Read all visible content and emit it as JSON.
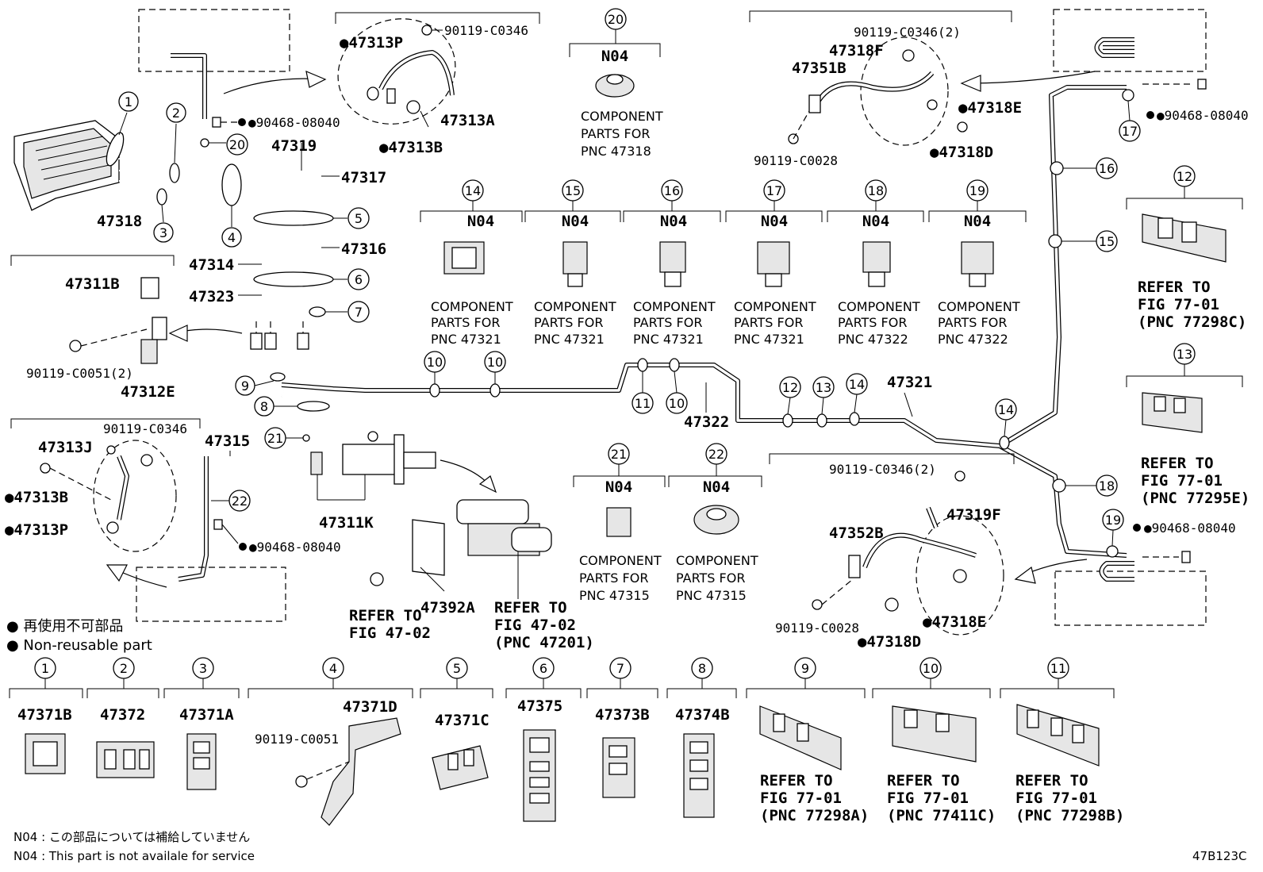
{
  "diagram_code": "47B123C",
  "legend": {
    "non_reusable_jp": "● 再使用不可部品",
    "non_reusable_en": "● Non-reusable part"
  },
  "notes": {
    "n04_jp": "N04 : この部品については補給していません",
    "n04_en": "N04 : This part is not availale for service"
  },
  "parts": {
    "p47313P_top": "●47313P",
    "p90119C0346_top": "90119-C0346",
    "p47313A": "47313A",
    "p47313B_top": "●47313B",
    "p90468_left": "●90468-08040",
    "p47319": "47319",
    "p47317": "47317",
    "p47318": "47318",
    "p47316": "47316",
    "p47314": "47314",
    "p47323": "47323",
    "p47311B": "47311B",
    "p90119C0051_2": "90119-C0051(2)",
    "p47312E": "47312E",
    "p90119C0346_left": "90119-C0346",
    "p47315": "47315",
    "p47313J": "47313J",
    "p47313B_left": "●47313B",
    "p47313P_left": "●47313P",
    "p90468_bottom": "●90468-08040",
    "p47311K": "47311K",
    "p47392A": "47392A",
    "p47322": "47322",
    "p47321": "47321",
    "p90119C0346_2_top": "90119-C0346(2)",
    "p47318F": "47318F",
    "p47351B": "47351B",
    "p47318E_top": "●47318E",
    "p90119C0028_top": "90119-C0028",
    "p47318D_top": "●47318D",
    "p90468_right": "●90468-08040",
    "p90119C0346_2_bot": "90119-C0346(2)",
    "p47319F": "47319F",
    "p47352B": "47352B",
    "p90119C0028_bot": "90119-C0028",
    "p47318E_bot": "●47318E",
    "p47318D_bot": "●47318D"
  },
  "refers": {
    "fig4702_a_1": "REFER TO",
    "fig4702_a_2": "FIG 47-02",
    "fig4702_b_1": "REFER TO",
    "fig4702_b_2": "FIG 47-02",
    "fig4702_b_3": "(PNC 47201)",
    "ref12_1": "REFER TO",
    "ref12_2": "FIG 77-01",
    "ref12_3": "(PNC 77298C)",
    "ref13_1": "REFER TO",
    "ref13_2": "FIG 77-01",
    "ref13_3": "(PNC 77295E)"
  },
  "callouts": {
    "c1": "1",
    "c2": "2",
    "c3": "3",
    "c4": "4",
    "c5": "5",
    "c6": "6",
    "c7": "7",
    "c8": "8",
    "c9": "9",
    "c10a": "10",
    "c10b": "10",
    "c10c": "10",
    "c11": "11",
    "c12": "12",
    "c13": "13",
    "c14a": "14",
    "c14b": "14",
    "c15": "15",
    "c16": "16",
    "c17": "17",
    "c18": "18",
    "c19": "19",
    "c20": "20",
    "c21": "21",
    "c22": "22"
  },
  "n04_groups": [
    {
      "num": "20",
      "code": "N04",
      "l1": "COMPONENT",
      "l2": "PARTS FOR",
      "l3": "PNC 47318"
    },
    {
      "num": "14",
      "code": "N04",
      "l1": "COMPONENT",
      "l2": "PARTS FOR",
      "l3": "PNC 47321"
    },
    {
      "num": "15",
      "code": "N04",
      "l1": "COMPONENT",
      "l2": "PARTS FOR",
      "l3": "PNC 47321"
    },
    {
      "num": "16",
      "code": "N04",
      "l1": "COMPONENT",
      "l2": "PARTS FOR",
      "l3": "PNC 47321"
    },
    {
      "num": "17",
      "code": "N04",
      "l1": "COMPONENT",
      "l2": "PARTS FOR",
      "l3": "PNC 47321"
    },
    {
      "num": "18",
      "code": "N04",
      "l1": "COMPONENT",
      "l2": "PARTS FOR",
      "l3": "PNC 47322"
    },
    {
      "num": "19",
      "code": "N04",
      "l1": "COMPONENT",
      "l2": "PARTS FOR",
      "l3": "PNC 47322"
    },
    {
      "num": "21",
      "code": "N04",
      "l1": "COMPONENT",
      "l2": "PARTS FOR",
      "l3": "PNC 47315"
    },
    {
      "num": "22",
      "code": "N04",
      "l1": "COMPONENT",
      "l2": "PARTS FOR",
      "l3": "PNC 47315"
    }
  ],
  "bottom_row": [
    {
      "num": "1",
      "pn": "47371B"
    },
    {
      "num": "2",
      "pn": "47372"
    },
    {
      "num": "3",
      "pn": "47371A"
    },
    {
      "num": "4",
      "pn": "47371D",
      "extra": "90119-C0051"
    },
    {
      "num": "5",
      "pn": "47371C"
    },
    {
      "num": "6",
      "pn": "47375"
    },
    {
      "num": "7",
      "pn": "47373B"
    },
    {
      "num": "8",
      "pn": "47374B"
    },
    {
      "num": "9",
      "l1": "REFER TO",
      "l2": "FIG 77-01",
      "l3": "(PNC 77298A)"
    },
    {
      "num": "10",
      "l1": "REFER TO",
      "l2": "FIG 77-01",
      "l3": "(PNC 77411C)"
    },
    {
      "num": "11",
      "l1": "REFER TO",
      "l2": "FIG 77-01",
      "l3": "(PNC 77298B)"
    }
  ]
}
